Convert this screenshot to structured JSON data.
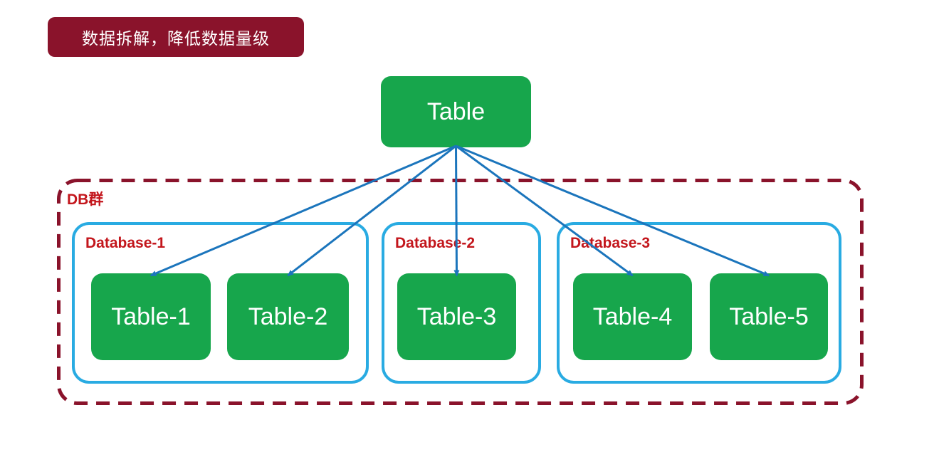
{
  "banner": {
    "label": "数据拆解，降低数据量级"
  },
  "root_table": {
    "label": "Table"
  },
  "cluster": {
    "label": "DB群",
    "databases": [
      {
        "label": "Database-1",
        "tables": [
          {
            "label": "Table-1"
          },
          {
            "label": "Table-2"
          }
        ]
      },
      {
        "label": "Database-2",
        "tables": [
          {
            "label": "Table-3"
          }
        ]
      },
      {
        "label": "Database-3",
        "tables": [
          {
            "label": "Table-4"
          },
          {
            "label": "Table-5"
          }
        ]
      }
    ]
  },
  "edges": [
    {
      "from": "root-table",
      "to": "table-1"
    },
    {
      "from": "root-table",
      "to": "table-2"
    },
    {
      "from": "root-table",
      "to": "table-3"
    },
    {
      "from": "root-table",
      "to": "table-4"
    },
    {
      "from": "root-table",
      "to": "table-5"
    }
  ],
  "colors": {
    "node_green": "#17a64c",
    "db_border_blue": "#29abe2",
    "arrow_blue": "#1b75bc",
    "maroon": "#8a132b",
    "label_red": "#c3161c"
  }
}
